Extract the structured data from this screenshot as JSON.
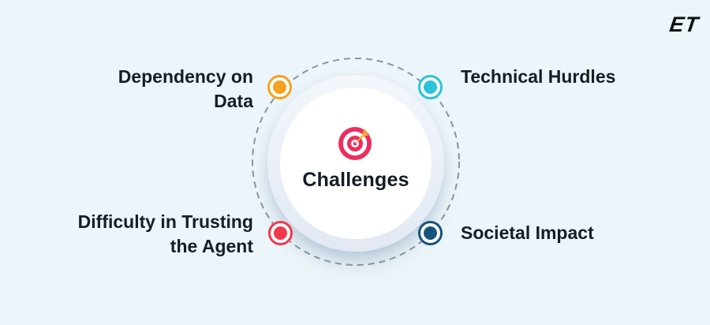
{
  "canvas": {
    "background": "#ECF5F9"
  },
  "logo": {
    "text": "ET"
  },
  "diagram": {
    "center": {
      "label": "Challenges",
      "icon": "target-dart-icon",
      "icon_colors": {
        "ring": "#EC2D5E",
        "dart": "#F5A623",
        "dart_flight": "#F7B733",
        "dart_tip": "#F3F6F8"
      }
    },
    "ring": {
      "style": "dashed",
      "color": "#8A949E"
    },
    "nodes": [
      {
        "label": "Dependency on\nData",
        "color": "#F6A21E",
        "position": "top-left"
      },
      {
        "label": "Technical Hurdles",
        "color": "#2BC3D9",
        "position": "top-right"
      },
      {
        "label": "Difficulty in Trusting\nthe Agent",
        "color": "#F0394B",
        "position": "bottom-left"
      },
      {
        "label": "Societal Impact",
        "color": "#17527D",
        "position": "bottom-right"
      }
    ]
  }
}
